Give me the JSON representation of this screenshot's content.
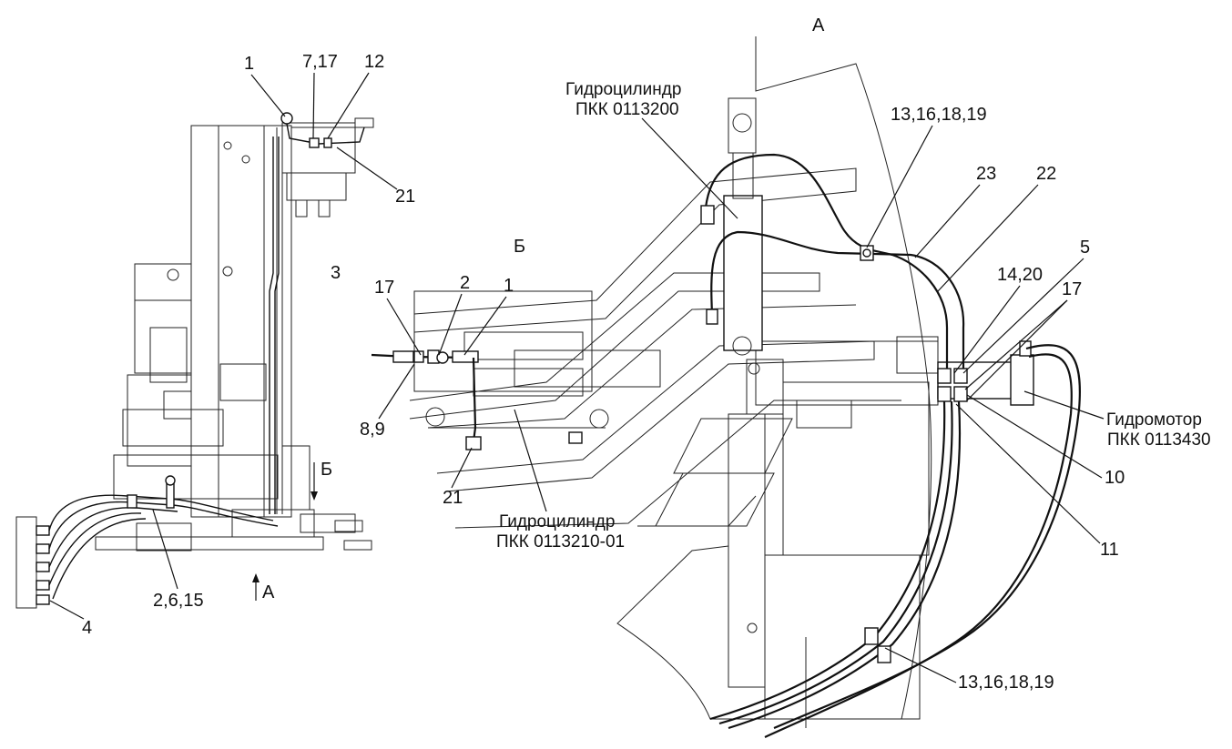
{
  "view_labels": {
    "view_a": "А",
    "view_b": "Б",
    "arrow_a": "А",
    "arrow_b": "Б"
  },
  "callouts": {
    "c1_left": "1",
    "c7_17": "7,17",
    "c12": "12",
    "c21_top": "21",
    "c3": "3",
    "c2_6_15": "2,6,15",
    "c4": "4",
    "c17_b": "17",
    "c2_b": "2",
    "c1_b": "1",
    "c8_9": "8,9",
    "c21_b": "21",
    "c13_top": "13,16,18,19",
    "c23": "23",
    "c22": "22",
    "c5": "5",
    "c14_20": "14,20",
    "c17_a": "17",
    "c10": "10",
    "c11": "11",
    "c13_bottom": "13,16,18,19"
  },
  "captions": {
    "cyl1_line1": "Гидроцилиндр",
    "cyl1_line2": "ПКК 0113200",
    "cyl2_line1": "Гидроцилиндр",
    "cyl2_line2": "ПКК 0113210-01",
    "motor_line1": "Гидромотор",
    "motor_line2": "ПКК 0113430"
  }
}
